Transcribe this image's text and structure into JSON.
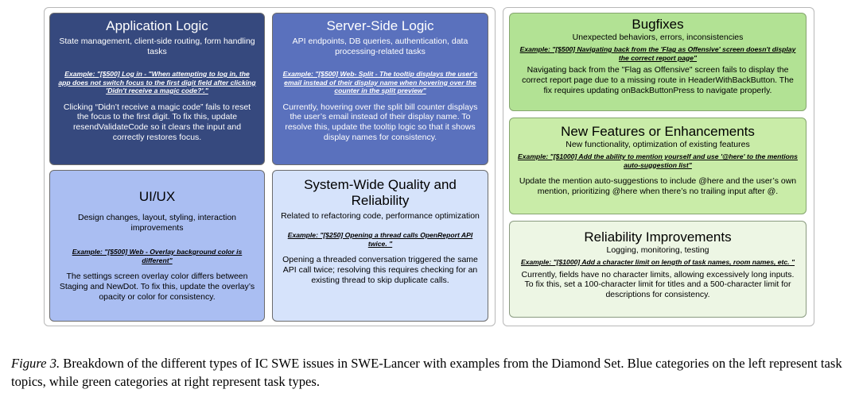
{
  "left_cards": {
    "app": {
      "title": "Application Logic",
      "subtitle": "State management, client-side routing, form handling tasks",
      "example": "Example: \"[$500] Log in - \"When attempting to log in, the app does not switch focus to the first digit field after clicking 'Didn't receive a magic code?'.\"",
      "description": "Clicking “Didn’t receive a magic code” fails to reset the focus to the first digit. To fix this, update resendValidateCode so it clears the input and correctly restores focus."
    },
    "server": {
      "title": "Server-Side Logic",
      "subtitle": "API endpoints, DB queries, authentication, data processing-related tasks",
      "example": "Example: \"[$500] Web- Split - The tooltip displays the user's email instead of their display name when hovering over the counter in the split preview\"",
      "description": "Currently, hovering over the split bill counter displays the user’s email instead of their display name. To resolve this, update the tooltip logic so that it shows display names for consistency."
    },
    "uiux": {
      "title": "UI/UX",
      "subtitle": "Design changes, layout, styling, interaction improvements",
      "example": "Example: \"[$500] Web - Overlay background color is different\"",
      "description": "The settings screen overlay color differs between Staging and NewDot. To fix this, update the overlay’s opacity or color for consistency."
    },
    "system": {
      "title": "System-Wide Quality and Reliability",
      "subtitle": "Related to refactoring code, performance optimization",
      "example": "Example: \"[$250] Opening a thread calls OpenReport API twice. \"",
      "description": "Opening a threaded conversation triggered the same API call twice; resolving this requires checking for an existing thread to skip duplicate calls."
    }
  },
  "right_cards": {
    "bugfixes": {
      "title": "Bugfixes",
      "subtitle": "Unexpected behaviors, errors, inconsistencies",
      "example": "Example: \"[$500] Navigating back from the 'Flag as Offensive' screen doesn't display the correct report page\"",
      "description": "Navigating back from the \"Flag as Offensive\" screen fails to display the correct report page due to a missing route in HeaderWithBackButton. The fix requires updating onBackButtonPress to navigate properly."
    },
    "features": {
      "title": "New Features or Enhancements",
      "subtitle": "New functionality, optimization of existing features",
      "example": "Example: \"[$1000] Add the ability to mention yourself and use '@here' to the mentions auto-suggestion list\"",
      "description": "Update the mention auto-suggestions to include @here and the user’s own mention, prioritizing @here when there’s no trailing input after @."
    },
    "reliability": {
      "title": "Reliability Improvements",
      "subtitle": "Logging, monitoring, testing",
      "example": "Example: \"[$1000] Add a character limit on length of task names, room names, etc. \"",
      "description": "Currently, fields have no character limits, allowing excessively long inputs. To fix this, set a 100-character limit for titles and a 500-character limit for descriptions for consistency."
    }
  },
  "caption": {
    "label": "Figure 3.",
    "text": " Breakdown of the different types of IC SWE issues in SWE-Lancer with examples from the Diamond Set. Blue categories on the left represent task topics, while green categories at right represent task types."
  },
  "colors": {
    "blue_dark": "#36497e",
    "blue_mid": "#5a71bd",
    "blue_light": "#aabef2",
    "blue_pale": "#d6e3fb",
    "green_1": "#b2e294",
    "green_2": "#c9eca8",
    "green_3": "#edf6e4"
  }
}
